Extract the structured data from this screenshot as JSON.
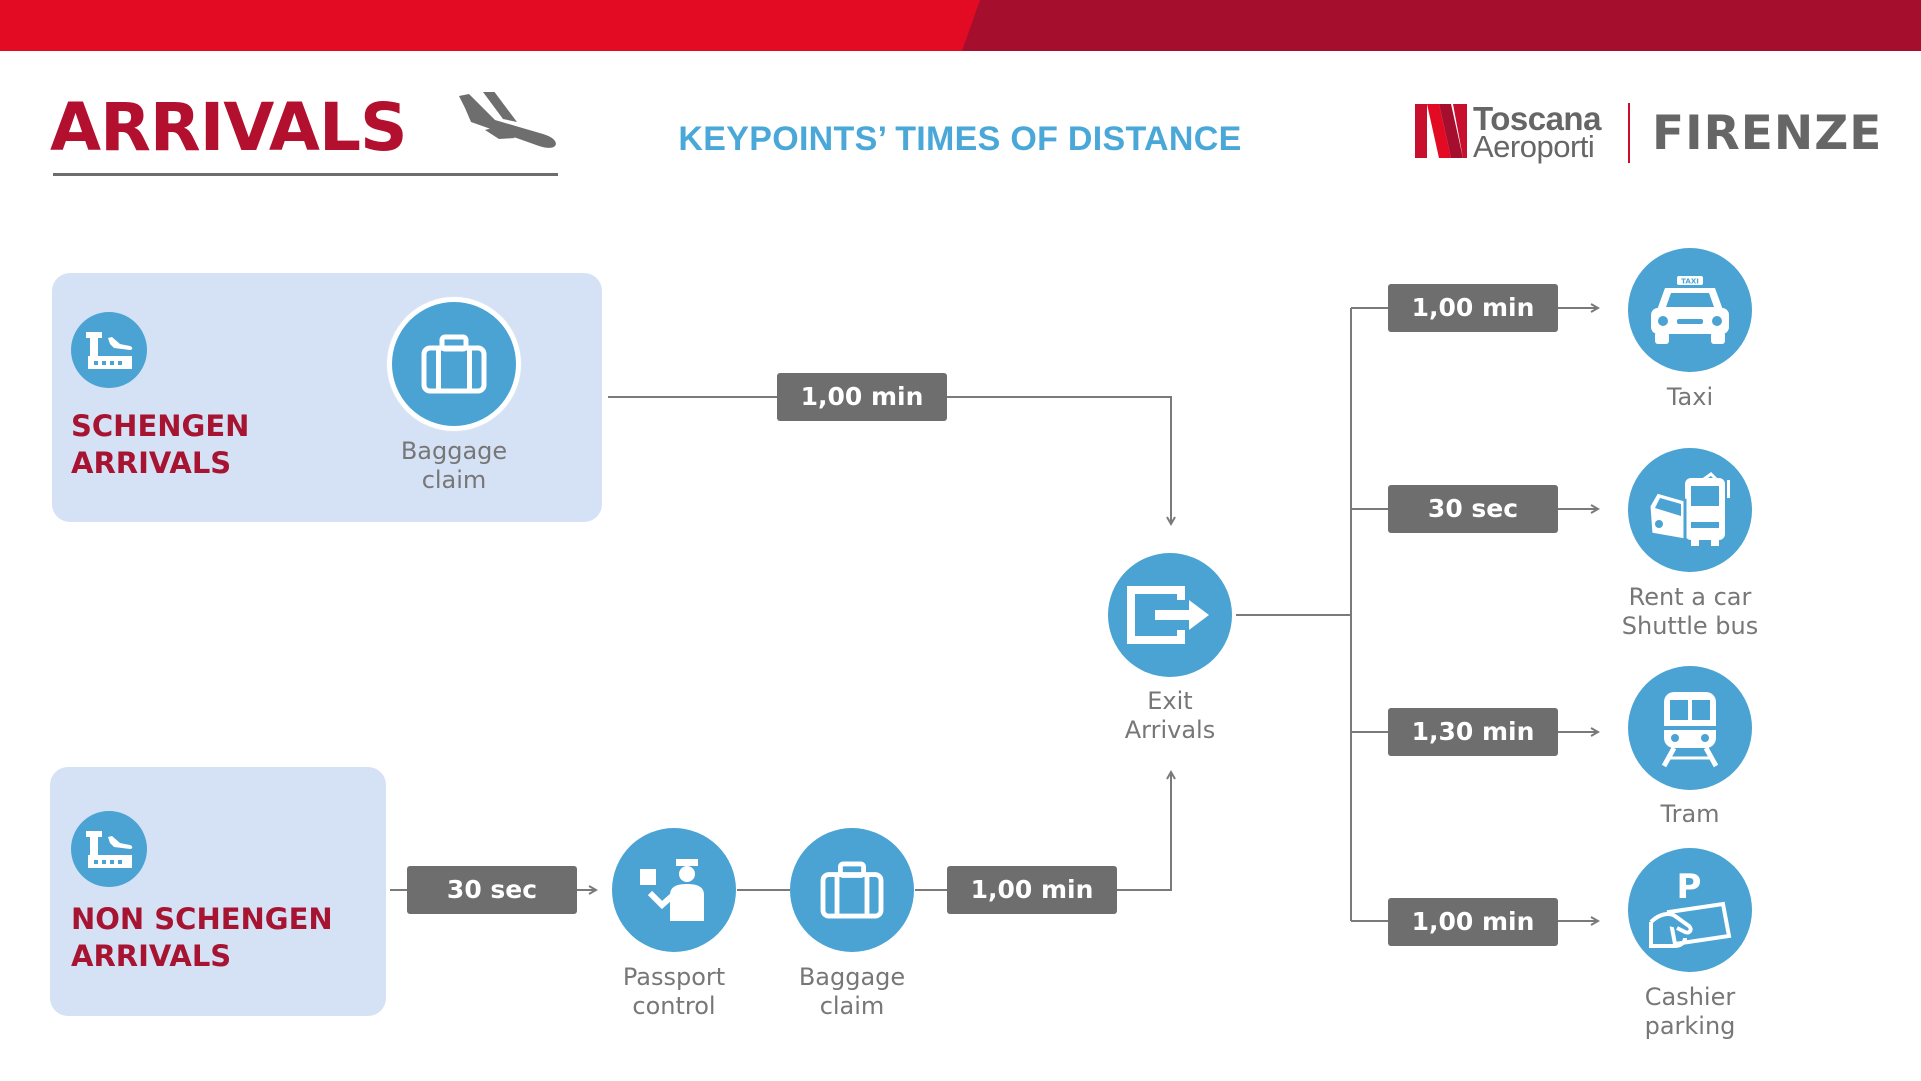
{
  "header": {
    "title": "ARRIVALS",
    "subtitle": "KEYPOINTS’ TIMES OF DISTANCE",
    "logo_line1": "Toscana",
    "logo_line2": "Aeroporti",
    "city": "FIRENZE"
  },
  "zones": {
    "schengen": {
      "line1": "SCHENGEN",
      "line2": "ARRIVALS"
    },
    "non_schengen": {
      "line1": "NON SCHENGEN",
      "line2": "ARRIVALS"
    }
  },
  "nodes": {
    "baggage_schengen": {
      "line1": "Baggage",
      "line2": "claim",
      "icon": "suitcase-icon"
    },
    "passport": {
      "line1": "Passport",
      "line2": "control",
      "icon": "passport-officer-icon"
    },
    "baggage_non_schengen": {
      "line1": "Baggage",
      "line2": "claim",
      "icon": "suitcase-icon"
    },
    "exit": {
      "line1": "Exit",
      "line2": "Arrivals",
      "icon": "exit-door-icon"
    },
    "taxi": {
      "line1": "Taxi",
      "icon": "taxi-icon"
    },
    "rent_car": {
      "line1": "Rent a car",
      "line2": "Shuttle bus",
      "icon": "car-bus-icon"
    },
    "tram": {
      "line1": "Tram",
      "icon": "tram-icon"
    },
    "parking": {
      "line1": "Cashier",
      "line2": "parking",
      "icon": "parking-cashier-icon"
    }
  },
  "times": {
    "schengen_to_exit": "1,00 min",
    "non_schengen_to_passport": "30 sec",
    "baggage_to_exit": "1,00 min",
    "exit_to_taxi": "1,00 min",
    "exit_to_rent_car": "30 sec",
    "exit_to_tram": "1,30 min",
    "exit_to_parking": "1,00 min"
  },
  "icons": {
    "taxi_sign": "TAXI",
    "parking_sign": "P"
  },
  "colors": {
    "brand_red": "#e30a24",
    "brand_dark_red": "#a50f2d",
    "accent_blue": "#4aa3d3",
    "zone_fill": "#d5e1f5",
    "badge_gray": "#6e6e6e",
    "line_gray": "#7a7a7a"
  }
}
